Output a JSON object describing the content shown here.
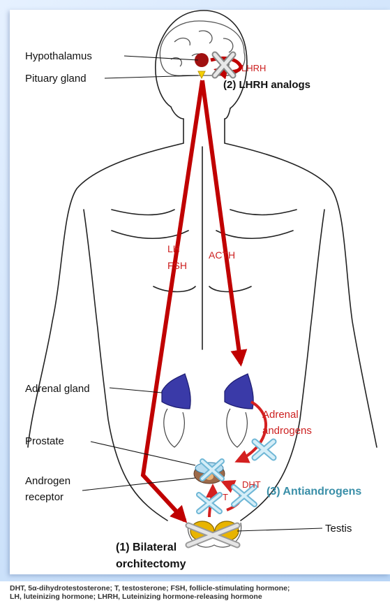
{
  "labels": {
    "hypothalamus": "Hypothalamus",
    "pituitary": "Pituary gland",
    "lhrh": "LHRH",
    "lhrh_analogs": "(2) LHRH analogs",
    "lh": "LH",
    "fsh": "FSH",
    "acth": "ACTH",
    "adrenal_gland": "Adrenal gland",
    "adrenal_androgens_1": "Adrenal",
    "adrenal_androgens_2": "androgens",
    "prostate": "Prostate",
    "androgen_receptor_1": "Androgen",
    "androgen_receptor_2": "receptor",
    "dht": "DHT",
    "t": "T",
    "antiandrogens": "(3) Antiandrogens",
    "testis": "Testis",
    "orchiectomy_1": "(1) Bilateral",
    "orchiectomy_2": "orchitectomy"
  },
  "caption": {
    "line1": "DHT, 5α-dihydrotestosterone;  T, testosterone;  FSH, follicle-stimulating hormone;",
    "line2": "LH, luteinizing hormone; LHRH, Luteinizing hormone-releasing hormone"
  },
  "colors": {
    "pathway": "#c00000",
    "hormone_text": "#cc1f1f",
    "blocker": "#a9d8ee",
    "antiandrogen_text": "#3a8fa8",
    "adrenal": "#3a3aa8",
    "testis": "#e8b400"
  },
  "icons": {
    "block": "x-mark-icon",
    "brain": "brain-icon"
  }
}
